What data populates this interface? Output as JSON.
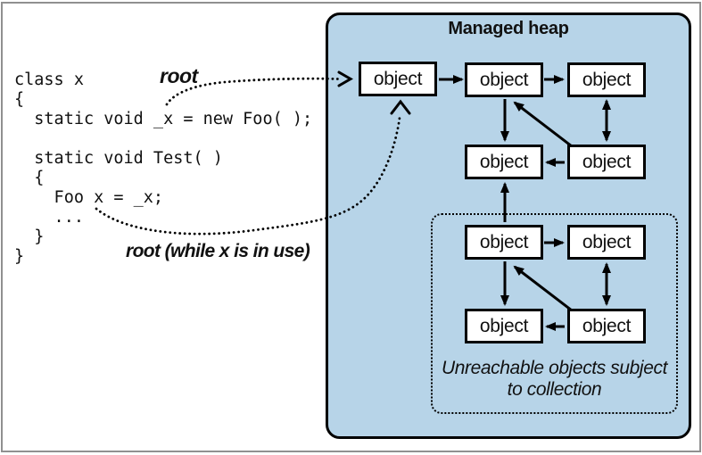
{
  "figure": {
    "code": {
      "lines": [
        "class x",
        "{",
        "  static void _x = new Foo( );",
        "",
        "  static void Test( )",
        "  {",
        "    Foo x = _x;",
        "    ...",
        "  }",
        "}"
      ]
    },
    "labels": {
      "root": "root",
      "root_while": "root (while x is in use)"
    },
    "heap": {
      "title": "Managed heap",
      "object_label": "object",
      "unreachable_line1": "Unreachable objects subject",
      "unreachable_line2": "to collection"
    },
    "colors": {
      "heap_fill": "#b7d4e8",
      "box_fill": "#ffffff",
      "stroke": "#000000",
      "frame_border": "#909090"
    }
  }
}
